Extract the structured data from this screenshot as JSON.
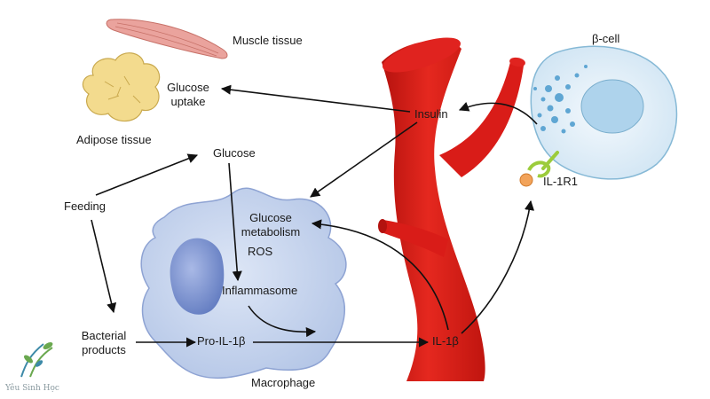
{
  "labels": {
    "muscle_tissue": "Muscle tissue",
    "glucose_uptake_1": "Glucose",
    "glucose_uptake_2": "uptake",
    "adipose_tissue": "Adipose tissue",
    "glucose": "Glucose",
    "feeding": "Feeding",
    "insulin": "Insulin",
    "beta_cell": "β-cell",
    "il1r1": "IL-1R1",
    "glucose_metabolism_1": "Glucose",
    "glucose_metabolism_2": "metabolism",
    "ros": "ROS",
    "inflammasome": "Inflammasome",
    "bacterial_products_1": "Bacterial",
    "bacterial_products_2": "products",
    "pro_il1b": "Pro-IL-1β",
    "il1b": "IL-1β",
    "macrophage": "Macrophage"
  },
  "watermark": "Yêu Sinh Học",
  "colors": {
    "artery": "#e0231f",
    "artery_dark": "#b3120f",
    "macrophage_fill": "#c9d6ee",
    "macrophage_nucleus": "#7f95cf",
    "beta_cell_fill": "#e3f0f8",
    "beta_cell_granule": "#6fb0d8",
    "receptor": "#9ccc3c",
    "il1b_ball": "#f2a35a",
    "adipose": "#f3db8e",
    "muscle": "#eaa39d",
    "arrow": "#111111"
  }
}
